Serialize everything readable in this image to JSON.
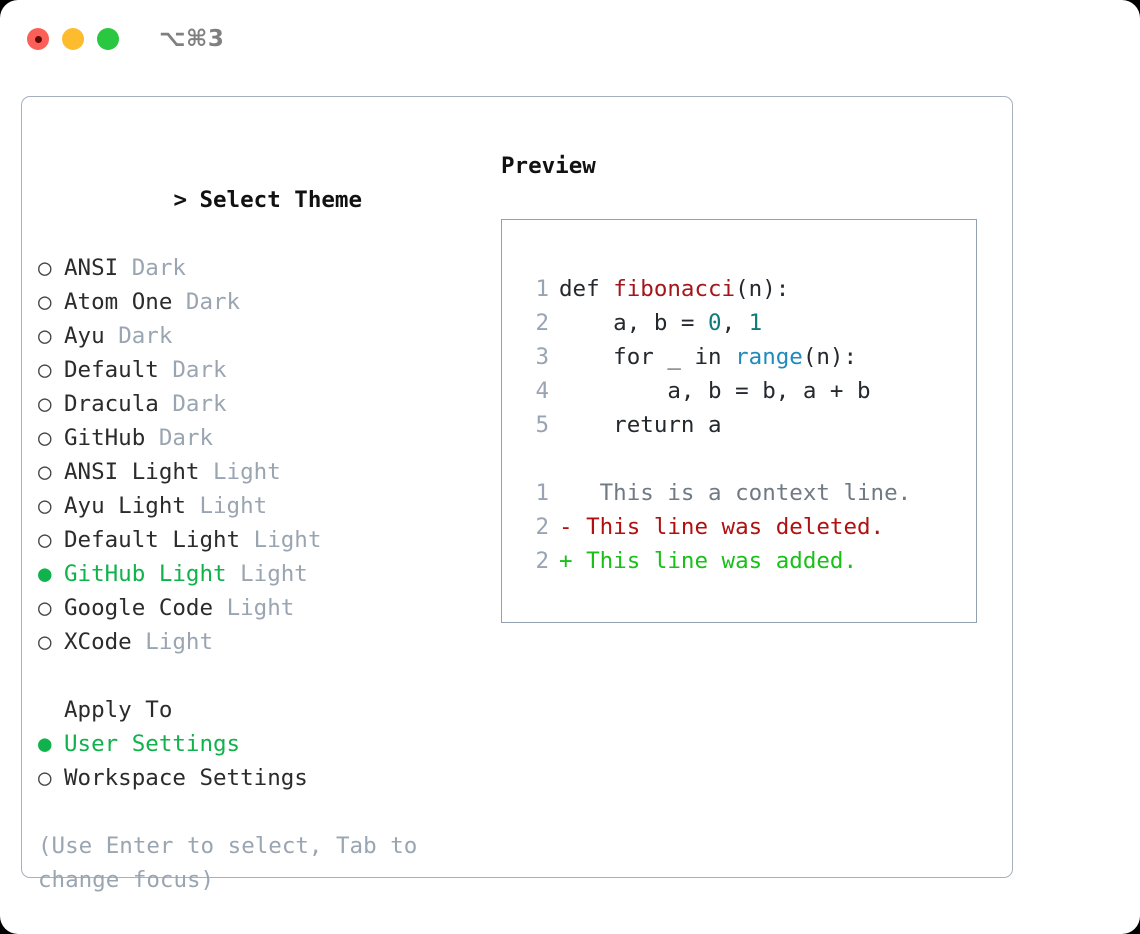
{
  "titlebar": {
    "shortcut": "⌥⌘3",
    "buttons": [
      "close",
      "minimize",
      "maximize"
    ]
  },
  "left": {
    "heading": "Select Theme",
    "caret": ">",
    "marker_empty": "○",
    "marker_filled": "●",
    "themes": [
      {
        "name": "ANSI",
        "suffix": "Dark",
        "selected": false
      },
      {
        "name": "Atom One",
        "suffix": "Dark",
        "selected": false
      },
      {
        "name": "Ayu",
        "suffix": "Dark",
        "selected": false
      },
      {
        "name": "Default",
        "suffix": "Dark",
        "selected": false
      },
      {
        "name": "Dracula",
        "suffix": "Dark",
        "selected": false
      },
      {
        "name": "GitHub",
        "suffix": "Dark",
        "selected": false
      },
      {
        "name": "ANSI Light",
        "suffix": "Light",
        "selected": false
      },
      {
        "name": "Ayu Light",
        "suffix": "Light",
        "selected": false
      },
      {
        "name": "Default Light",
        "suffix": "Light",
        "selected": false
      },
      {
        "name": "GitHub Light",
        "suffix": "Light",
        "selected": true
      },
      {
        "name": "Google Code",
        "suffix": "Light",
        "selected": false
      },
      {
        "name": "XCode",
        "suffix": "Light",
        "selected": false
      }
    ],
    "apply_to_label": "Apply To",
    "apply_to_options": [
      {
        "name": "User Settings",
        "selected": true
      },
      {
        "name": "Workspace Settings",
        "selected": false
      }
    ],
    "hint": "(Use Enter to select, Tab to change focus)"
  },
  "right": {
    "preview_title": "Preview",
    "code_lines": [
      {
        "num": "1",
        "tokens": [
          {
            "t": "def ",
            "c": "plain"
          },
          {
            "t": "fibonacci",
            "c": "fn"
          },
          {
            "t": "(n):",
            "c": "plain"
          }
        ]
      },
      {
        "num": "2",
        "tokens": [
          {
            "t": "    a, b = ",
            "c": "plain"
          },
          {
            "t": "0",
            "c": "num"
          },
          {
            "t": ", ",
            "c": "plain"
          },
          {
            "t": "1",
            "c": "num"
          }
        ]
      },
      {
        "num": "3",
        "tokens": [
          {
            "t": "    for _ in ",
            "c": "plain"
          },
          {
            "t": "range",
            "c": "builtin"
          },
          {
            "t": "(n):",
            "c": "plain"
          }
        ]
      },
      {
        "num": "4",
        "tokens": [
          {
            "t": "        a, b = b, a + b",
            "c": "plain"
          }
        ]
      },
      {
        "num": "5",
        "tokens": [
          {
            "t": "    return a",
            "c": "plain"
          }
        ]
      }
    ],
    "diff_lines": [
      {
        "num": "1",
        "sign": " ",
        "text": "  This is a context line.",
        "kind": "ctx"
      },
      {
        "num": "2",
        "sign": "-",
        "text": " This line was deleted.",
        "kind": "del"
      },
      {
        "num": "2",
        "sign": "+",
        "text": " This line was added.",
        "kind": "add"
      }
    ]
  },
  "colors": {
    "accent_green": "#10b24b",
    "muted": "#9aa5b2",
    "border": "#a7b0bd",
    "diff_add": "#18c018",
    "diff_del": "#b01010",
    "code_fn": "#a3161a",
    "code_num": "#0f7a7a",
    "code_builtin": "#1f8bbd"
  }
}
